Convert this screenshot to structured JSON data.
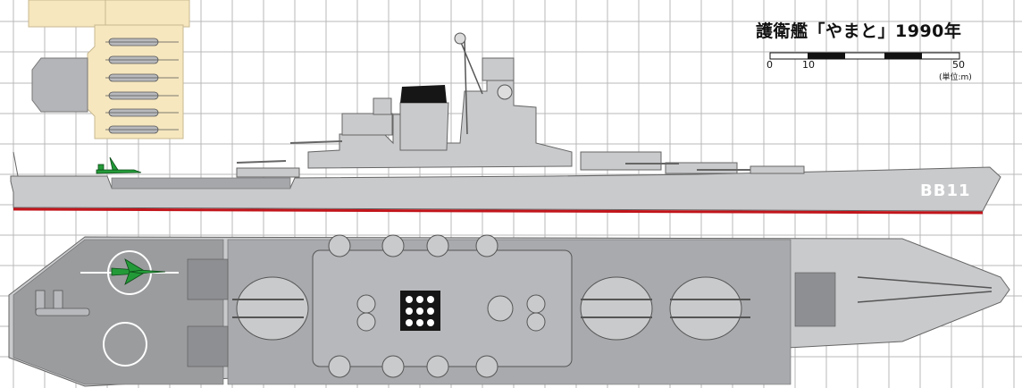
{
  "title": "護衛艦「やまと」1990年",
  "scale_bar": {
    "ticks": [
      "0",
      "10",
      "50"
    ],
    "unit": "(単位:m)"
  },
  "hull_number": "BB11",
  "colors": {
    "hull": "#c9cacc",
    "hull_shade": "#a5a7aa",
    "deck": "#9b9c9e",
    "waterline": "#c2151b",
    "grid": "#b9b9b9",
    "panel": "#f6e7bf",
    "aircraft_green": "#239a38",
    "funnel_cap": "#161616"
  },
  "icons": [
    "helicopter-icon",
    "fighter-jet-icon",
    "gun-turret-icon",
    "vls-launcher-icon",
    "radar-dish-icon"
  ]
}
